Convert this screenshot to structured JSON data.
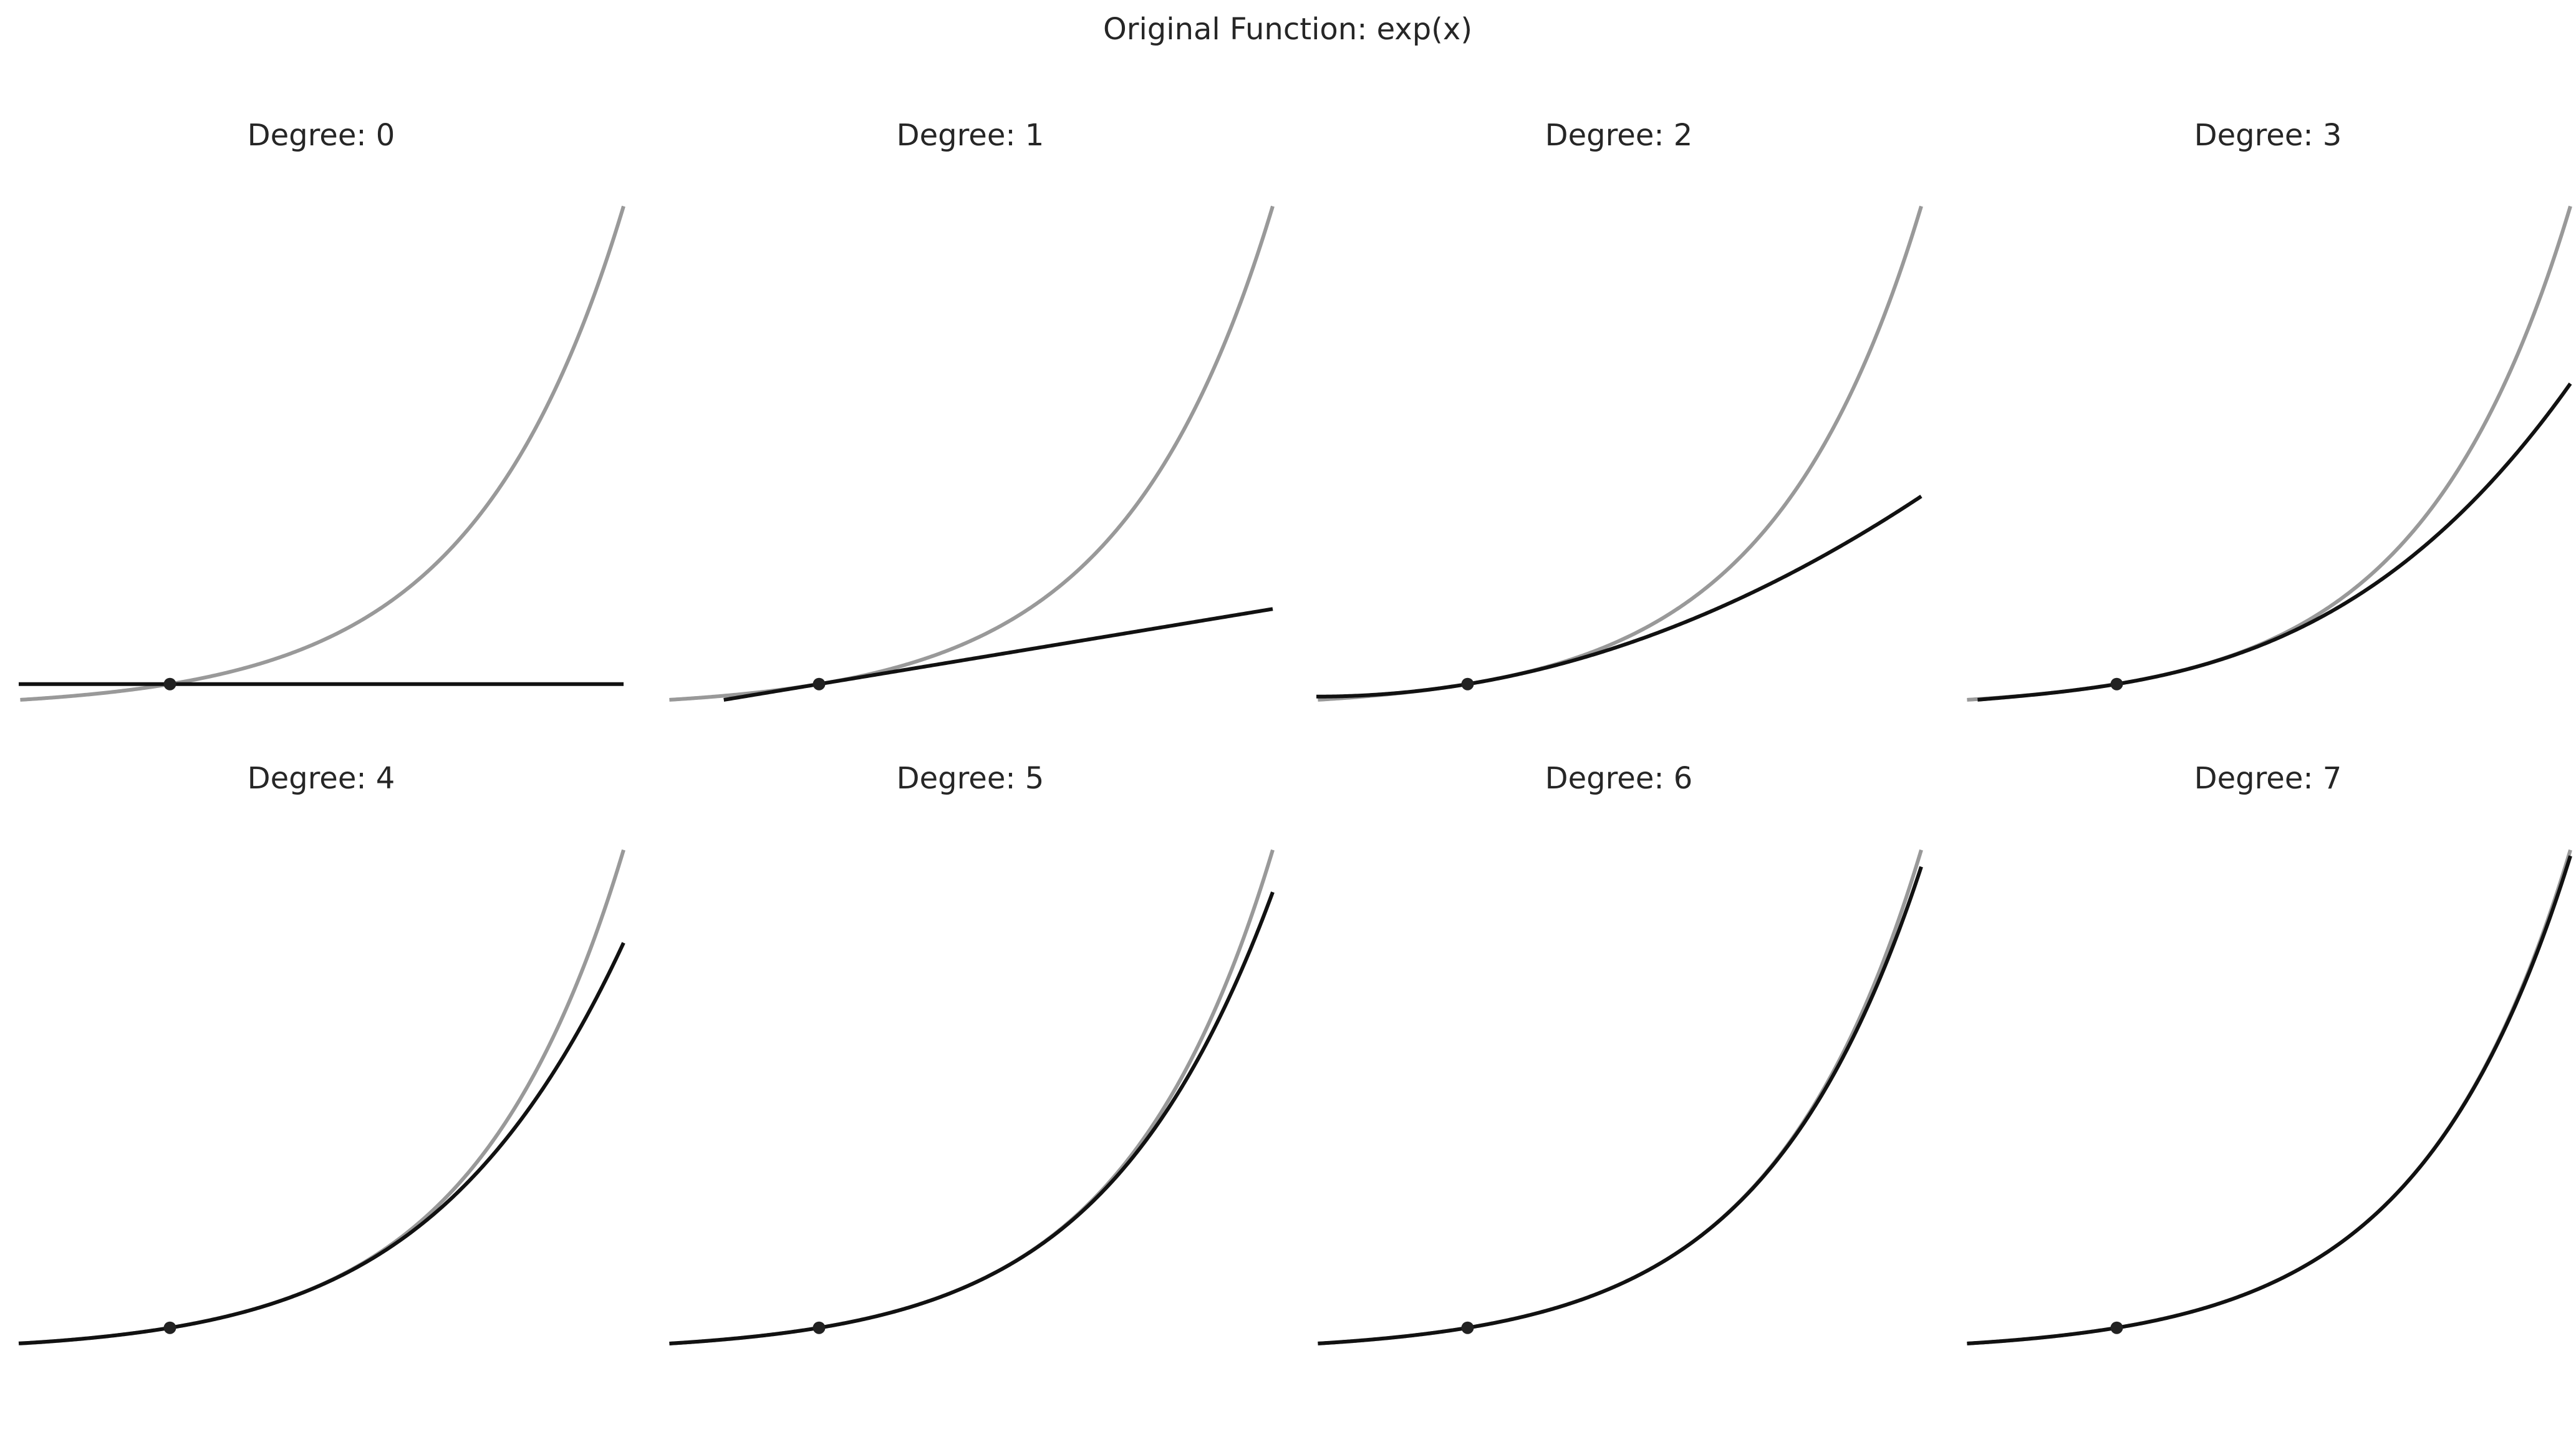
{
  "suptitle": "Original Function: exp(x)",
  "chart_data": {
    "type": "line",
    "function": "exp(x)",
    "center_x": 0,
    "xlim": [
      -1,
      3
    ],
    "ylim": [
      0.37,
      20.1
    ],
    "grid": false,
    "axes_visible": false,
    "colors": {
      "original": "#999999",
      "approximation": "#111111",
      "center_point": "#222222"
    },
    "panels": [
      {
        "title": "Degree: 0",
        "degree": 0
      },
      {
        "title": "Degree: 1",
        "degree": 1
      },
      {
        "title": "Degree: 2",
        "degree": 2
      },
      {
        "title": "Degree: 3",
        "degree": 3
      },
      {
        "title": "Degree: 4",
        "degree": 4
      },
      {
        "title": "Degree: 5",
        "degree": 5
      },
      {
        "title": "Degree: 6",
        "degree": 6
      },
      {
        "title": "Degree: 7",
        "degree": 7
      }
    ]
  }
}
